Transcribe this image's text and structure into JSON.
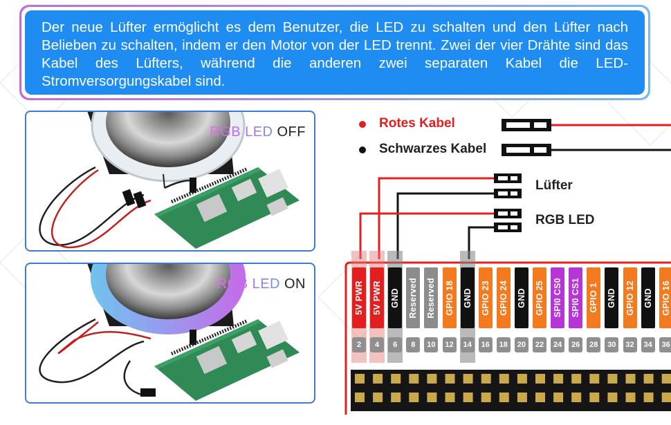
{
  "banner": {
    "text": "Der neue Lüfter ermöglicht es dem Benutzer, die LED zu schalten und den Lüfter nach Belieben zu schalten, indem er den Motor von der LED trennt. Zwei der vier Drähte sind das Kabel des Lüfters, während die anderen zwei separaten Kabel die LED-Stromversorgungskabel sind."
  },
  "panels": [
    {
      "rgb_label": "RGB LED",
      "state": "OFF"
    },
    {
      "rgb_label": "RGB LED",
      "state": "ON"
    }
  ],
  "legend": {
    "red": {
      "label": "Rotes Kabel",
      "color": "#e31e1e"
    },
    "black": {
      "label": "Schwarzes Kabel",
      "color": "#111111"
    }
  },
  "connectors": {
    "fan_label": "Lüfter",
    "led_label": "RGB LED"
  },
  "gpio": {
    "pins": [
      {
        "label": "5V PWR",
        "number": "2",
        "color": "#e31e1e"
      },
      {
        "label": "5V PWR",
        "number": "4",
        "color": "#e31e1e"
      },
      {
        "label": "GND",
        "number": "6",
        "color": "#111111"
      },
      {
        "label": "Reserved",
        "number": "8",
        "color": "#8c8c8c"
      },
      {
        "label": "Reserved",
        "number": "10",
        "color": "#8c8c8c"
      },
      {
        "label": "GPIO 18",
        "number": "12",
        "color": "#f47a1f"
      },
      {
        "label": "GND",
        "number": "14",
        "color": "#111111"
      },
      {
        "label": "GPIO 23",
        "number": "16",
        "color": "#f47a1f"
      },
      {
        "label": "GPIO 24",
        "number": "18",
        "color": "#f47a1f"
      },
      {
        "label": "GND",
        "number": "20",
        "color": "#111111"
      },
      {
        "label": "GPIO 25",
        "number": "22",
        "color": "#f47a1f"
      },
      {
        "label": "SPI0 CS0",
        "number": "24",
        "color": "#b735d6"
      },
      {
        "label": "SPI0 CS1",
        "number": "26",
        "color": "#b735d6"
      },
      {
        "label": "GPIO 1",
        "number": "28",
        "color": "#f47a1f"
      },
      {
        "label": "GND",
        "number": "30",
        "color": "#111111"
      },
      {
        "label": "GPIO 12",
        "number": "32",
        "color": "#f47a1f"
      },
      {
        "label": "GND",
        "number": "34",
        "color": "#111111"
      },
      {
        "label": "GPIO 16",
        "number": "36",
        "color": "#f47a1f"
      }
    ],
    "highlight_red": [
      "2",
      "4"
    ],
    "highlight_gray": [
      "6",
      "14"
    ]
  }
}
